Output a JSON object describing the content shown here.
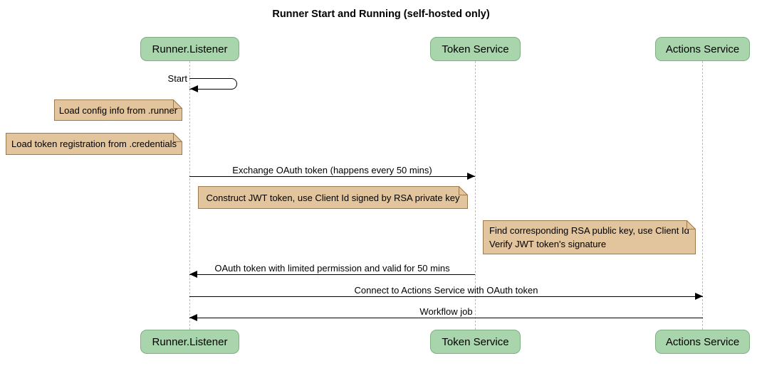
{
  "title": "Runner Start and Running (self-hosted only)",
  "participants": {
    "runner": "Runner.Listener",
    "token": "Token Service",
    "actions": "Actions Service"
  },
  "messages": {
    "start": "Start",
    "exchange": "Exchange OAuth token (happens every 50 mins)",
    "oauth_return": "OAuth token with limited permission and valid for 50 mins",
    "connect": "Connect to Actions Service with OAuth token",
    "workflow": "Workflow job"
  },
  "notes": {
    "load_config": "Load config info from .runner",
    "load_token": "Load token registration from .credentials",
    "construct_jwt": "Construct JWT token, use Client Id signed by RSA private key",
    "find_rsa": {
      "line1": "Find corresponding RSA public key, use Client Id",
      "line2": "Verify JWT token's signature"
    }
  },
  "colors": {
    "background": "#ffffff",
    "participant_fill": "#a9d5ac",
    "participant_border": "#7fae83",
    "note_fill": "#e2c49d",
    "note_border": "#9c7a4e",
    "lifeline": "#bbbbbb",
    "message_line": "#000000",
    "text": "#000000"
  }
}
